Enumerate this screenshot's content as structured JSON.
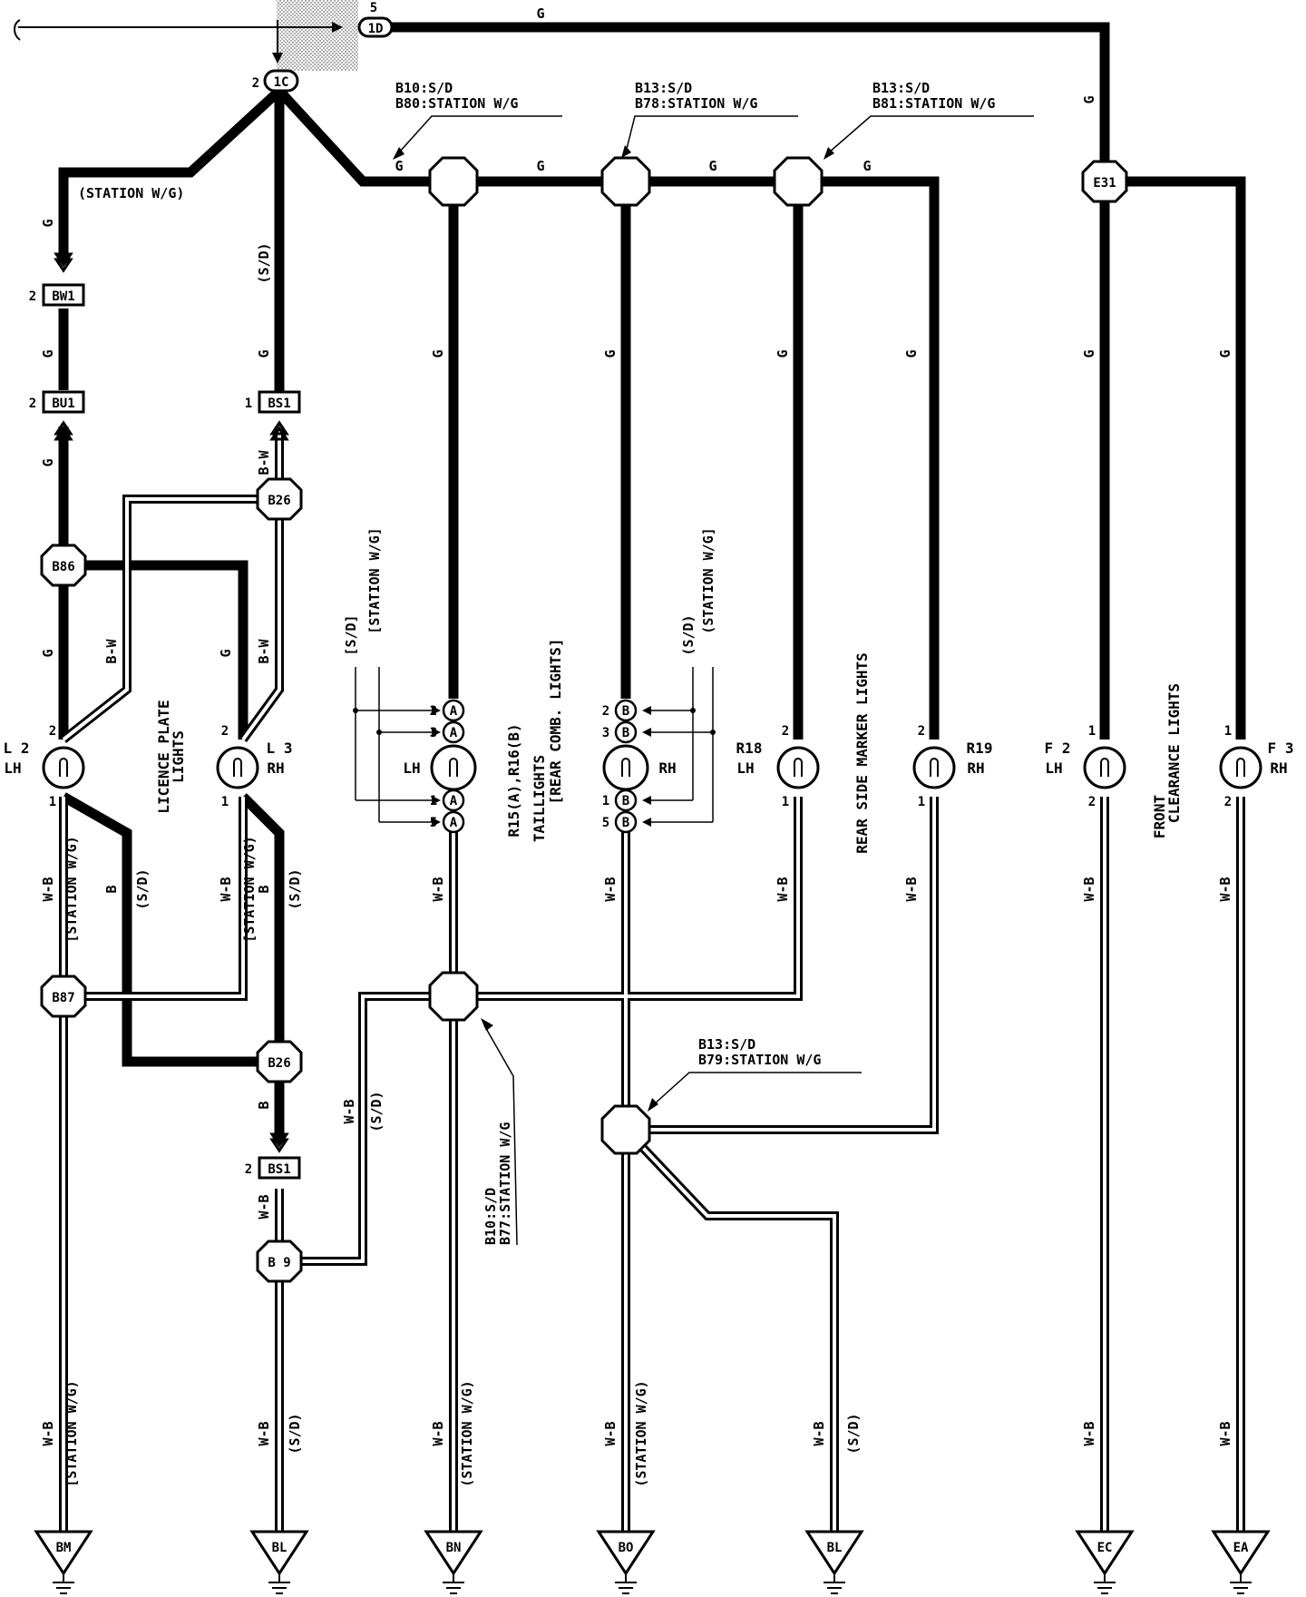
{
  "wire_colors": {
    "g": "G",
    "bw": "B-W",
    "b": "B",
    "wb": "W-B"
  },
  "variants": {
    "sd": "(S/D)",
    "sw": "(STATION W/G)",
    "sw_bracket": "[STATION W/G)",
    "sw_bracket_v": "(STATION W/G]",
    "sd_bracket": "[S/D]",
    "sw_bracket2": "[STATION W/G]"
  },
  "connectors": {
    "c1d": "1D",
    "c1c": "1C",
    "bw1": "BW1",
    "bu1": "BU1",
    "bs1": "BS1"
  },
  "pins": {
    "p1": "1",
    "p2": "2",
    "p3": "3",
    "p5": "5",
    "pA": "A",
    "pB": "B"
  },
  "junctions": {
    "e31": "E31",
    "b26": "B26",
    "b86": "B86",
    "b87": "B87",
    "b9": "B 9"
  },
  "splice_labels": {
    "s1_l1": "B10:S/D",
    "s1_l2": "B80:STATION W/G",
    "s2_l1": "B13:S/D",
    "s2_l2": "B78:STATION W/G",
    "s3_l1": "B13:S/D",
    "s3_l2": "B81:STATION W/G",
    "s4_l1": "B13:S/D",
    "s4_l2": "B79:STATION W/G",
    "s5_l1": "B10:S/D",
    "s5_l2": "B77:STATION W/G"
  },
  "components": {
    "l2": "L 2",
    "l2_side": "LH",
    "l3": "L 3",
    "l3_side": "RH",
    "licence_1": "LICENCE PLATE",
    "licence_2": "LIGHTS",
    "tail_side_lh": "LH",
    "tail_side_rh": "RH",
    "tail_ref": "R15(A),R16(B)",
    "tail_1": "TAILLIGHTS",
    "tail_2": "[REAR COMB. LIGHTS]",
    "r18": "R18",
    "r18_side": "LH",
    "r19": "R19",
    "r19_side": "RH",
    "rear_marker": "REAR SIDE MARKER LIGHTS",
    "f2": "F 2",
    "f2_side": "LH",
    "f3": "F 3",
    "f3_side": "RH",
    "front_1": "FRONT",
    "front_2": "CLEARANCE LIGHTS"
  },
  "grounds": {
    "bm": "BM",
    "bl": "BL",
    "bn": "BN",
    "bo": "BO",
    "bl2": "BL",
    "ec": "EC",
    "ea": "EA"
  }
}
